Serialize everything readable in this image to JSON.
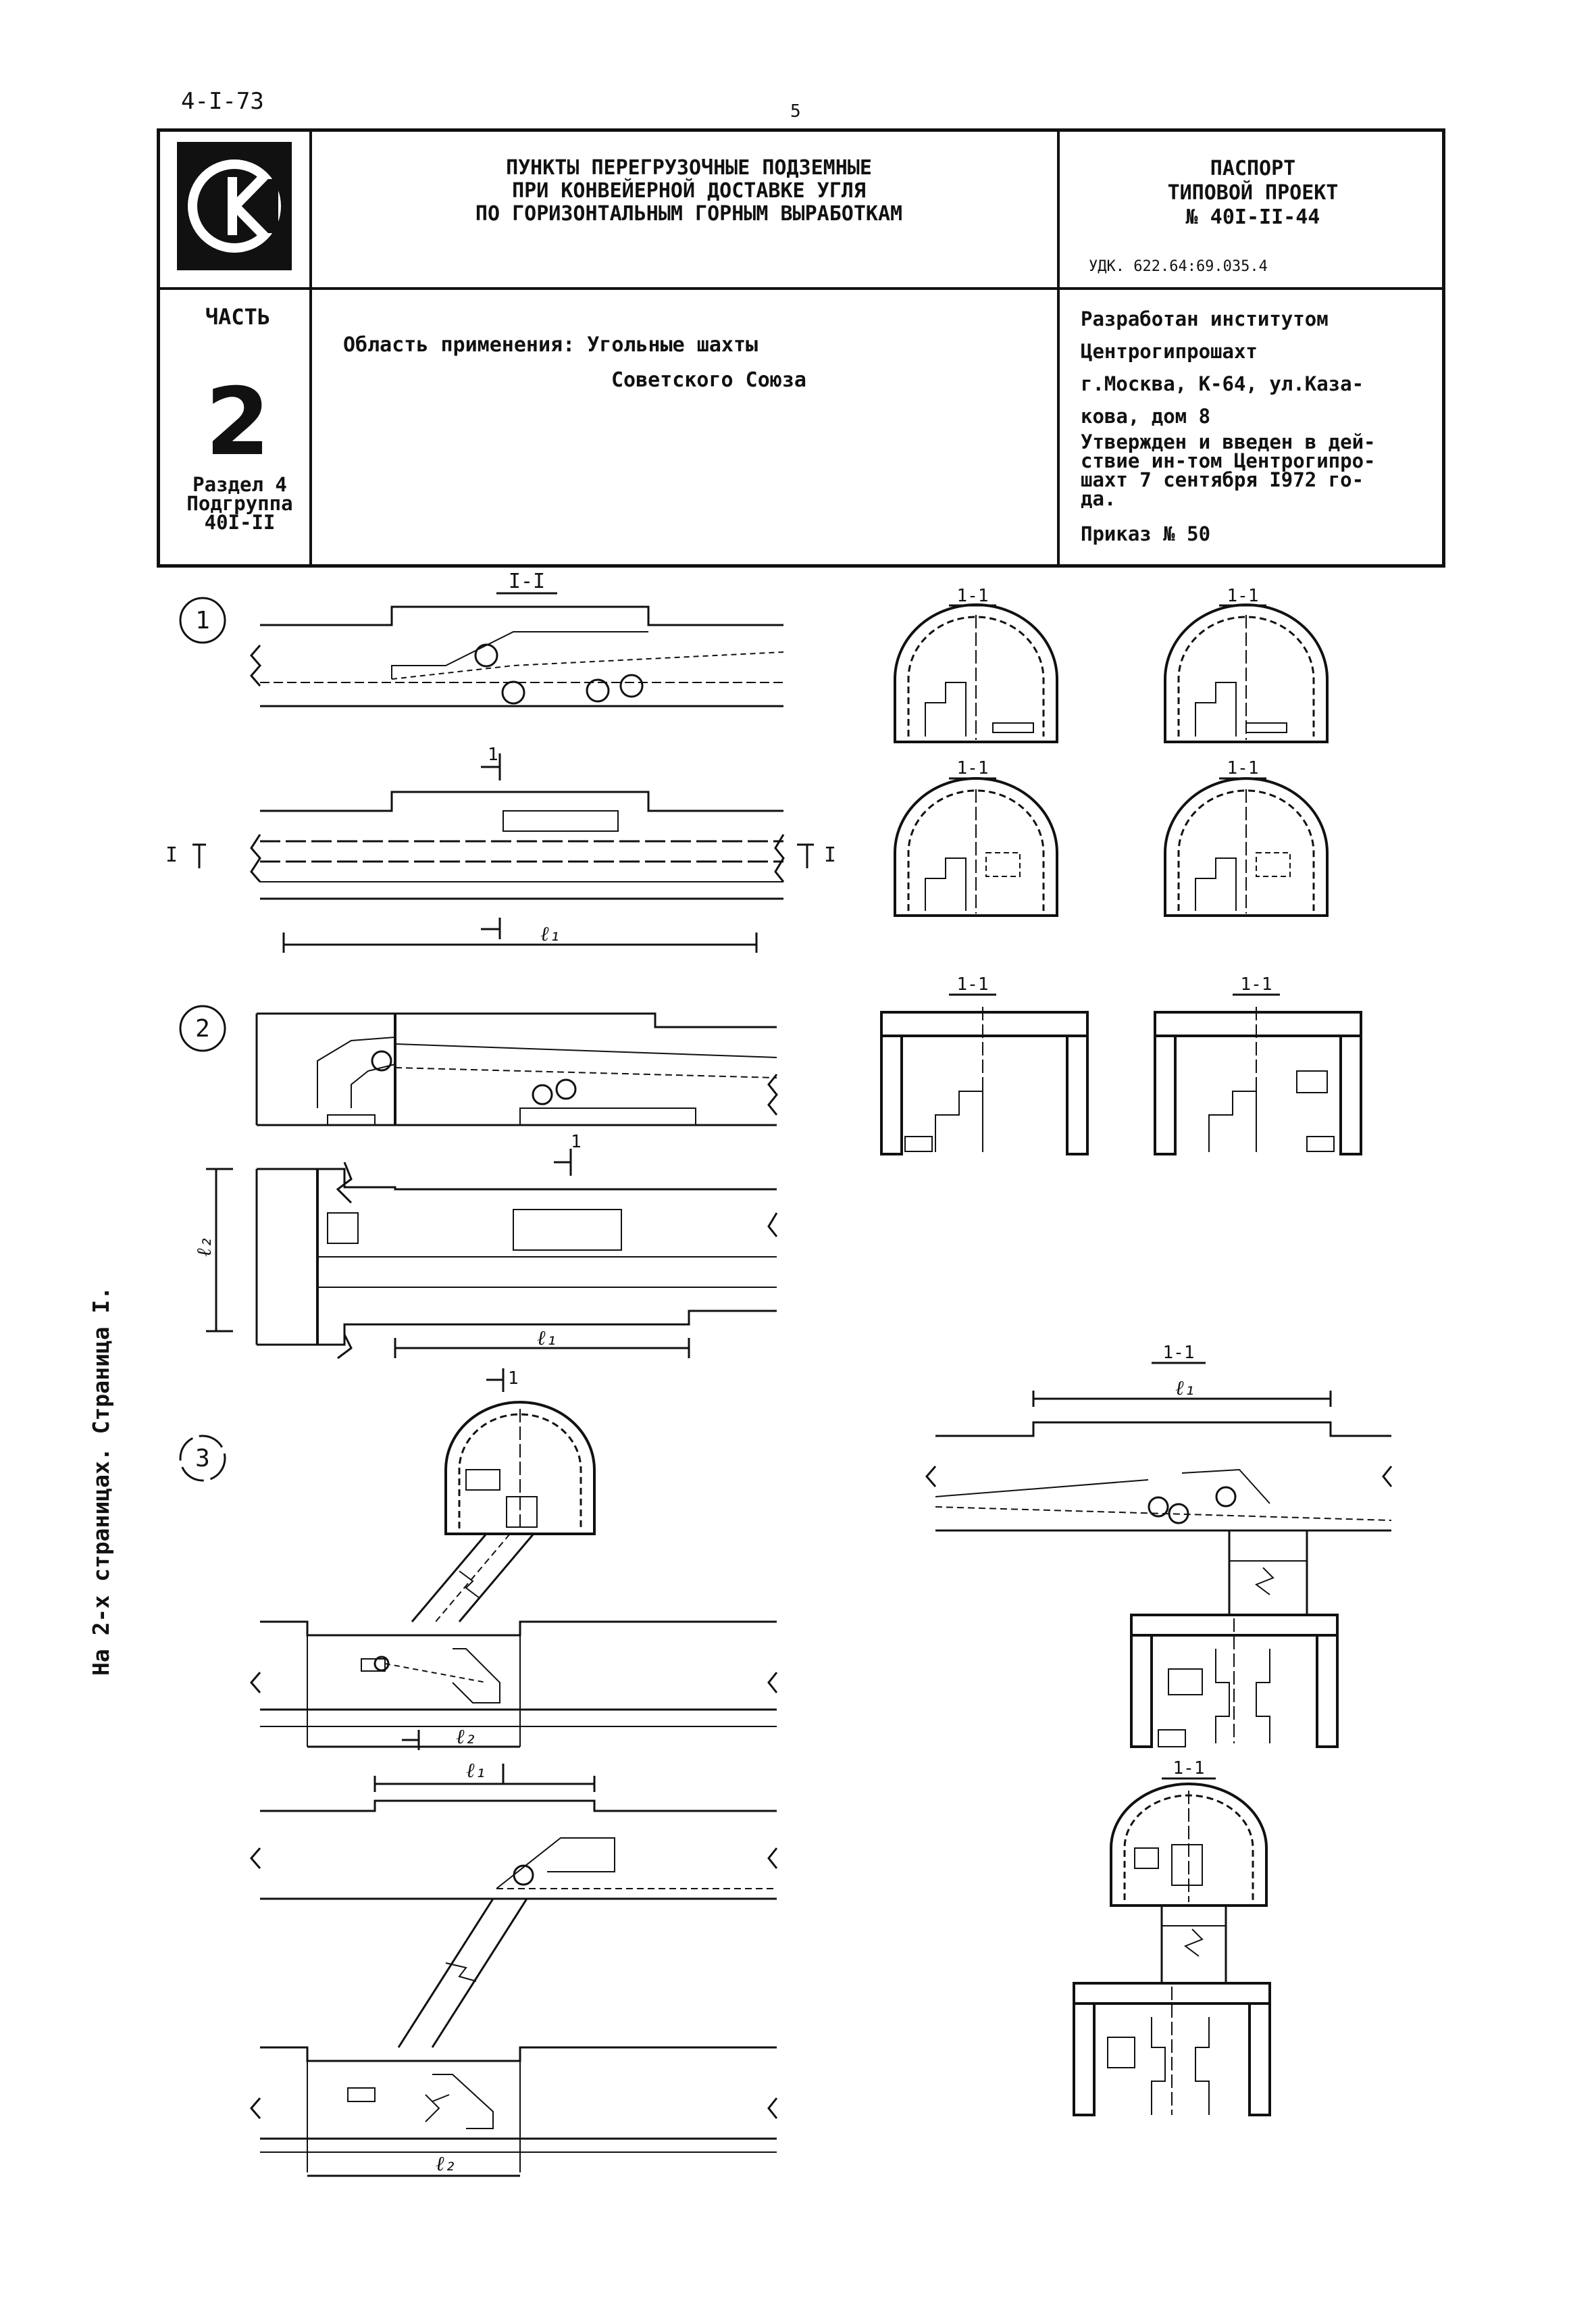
{
  "header": {
    "doc_code": "4-I-73",
    "page_number": "5",
    "title_lines": [
      "ПУНКТЫ ПЕРЕГРУЗОЧНЫЕ ПОДЗЕМНЫЕ",
      "ПРИ КОНВЕЙЕРНОЙ ДОСТАВКЕ УГЛЯ",
      "ПО ГОРИЗОНТАЛЬНЫМ ГОРНЫМ ВЫРАБОТКАМ"
    ],
    "passport_lines": [
      "ПАСПОРТ",
      "ТИПОВОЙ ПРОЕКТ",
      "№ 40I-II-44"
    ],
    "udk": "УДК. 622.64:69.035.4"
  },
  "part": {
    "label": "ЧАСТЬ",
    "number": "2",
    "section": "Раздел 4",
    "subgroup_label": "Подгруппа",
    "subgroup_value": "40I-II"
  },
  "scope": {
    "line1": "Область применения: Угольные шахты",
    "line2": "Советского Союза"
  },
  "developer": {
    "lines": [
      "Разработан институтом",
      "Центрогипрошахт",
      "г.Москва, К-64, ул.Каза-",
      "кова, дом 8"
    ],
    "approved_lines": [
      "Утвержден и введен в дей-",
      "ствие ин-том Центрогипро-",
      "шахт    7 сентября I972 го-",
      "да."
    ],
    "order": "Приказ № 50"
  },
  "diagram": {
    "scheme_numbers": [
      "1",
      "2",
      "3"
    ],
    "section_II": "I-I",
    "section_11": "1-1",
    "cut_I": "I",
    "cut_1": "1",
    "dim_l1": "ℓ₁",
    "dim_l2": "ℓ₂"
  },
  "footer": {
    "side_note": "На 2-х страницах. Страница I."
  }
}
